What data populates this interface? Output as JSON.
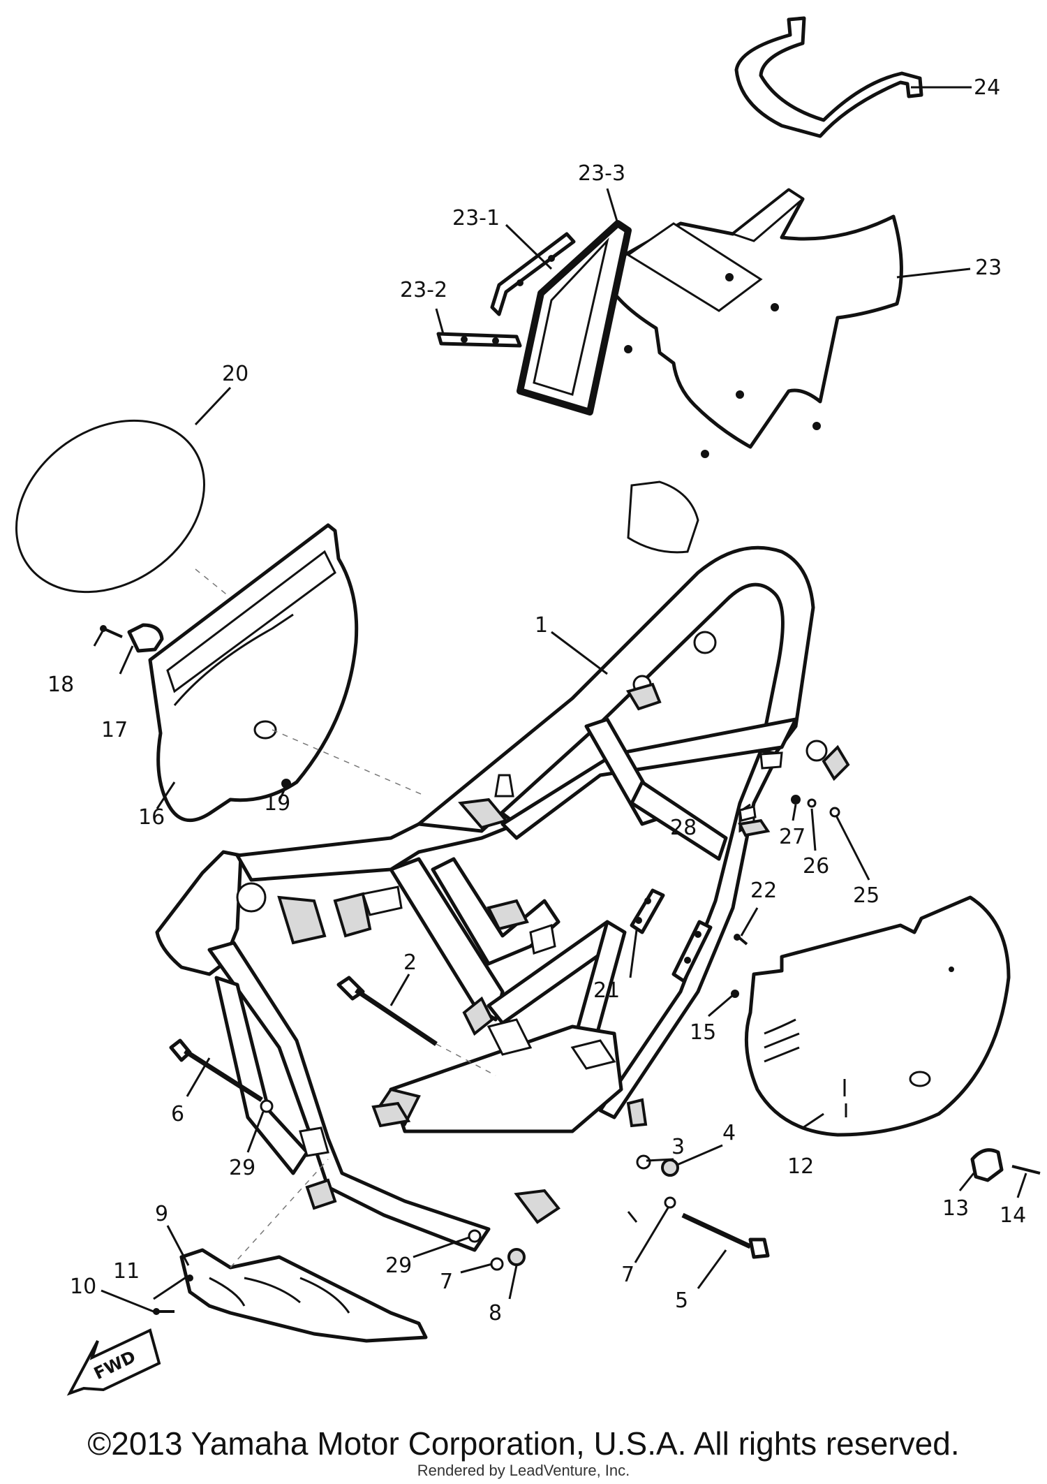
{
  "callouts": [
    {
      "id": "1",
      "text": "1"
    },
    {
      "id": "2",
      "text": "2"
    },
    {
      "id": "3",
      "text": "3"
    },
    {
      "id": "4",
      "text": "4"
    },
    {
      "id": "5",
      "text": "5"
    },
    {
      "id": "6",
      "text": "6"
    },
    {
      "id": "7a",
      "text": "7"
    },
    {
      "id": "7b",
      "text": "7"
    },
    {
      "id": "8",
      "text": "8"
    },
    {
      "id": "9",
      "text": "9"
    },
    {
      "id": "10",
      "text": "10"
    },
    {
      "id": "11",
      "text": "11"
    },
    {
      "id": "12",
      "text": "12"
    },
    {
      "id": "13",
      "text": "13"
    },
    {
      "id": "14",
      "text": "14"
    },
    {
      "id": "15",
      "text": "15"
    },
    {
      "id": "16",
      "text": "16"
    },
    {
      "id": "17",
      "text": "17"
    },
    {
      "id": "18",
      "text": "18"
    },
    {
      "id": "19",
      "text": "19"
    },
    {
      "id": "20",
      "text": "20"
    },
    {
      "id": "21",
      "text": "21"
    },
    {
      "id": "22",
      "text": "22"
    },
    {
      "id": "23",
      "text": "23"
    },
    {
      "id": "23-1",
      "text": "23-1"
    },
    {
      "id": "23-2",
      "text": "23-2"
    },
    {
      "id": "23-3",
      "text": "23-3"
    },
    {
      "id": "24",
      "text": "24"
    },
    {
      "id": "25",
      "text": "25"
    },
    {
      "id": "26",
      "text": "26"
    },
    {
      "id": "27",
      "text": "27"
    },
    {
      "id": "28",
      "text": "28"
    },
    {
      "id": "29a",
      "text": "29"
    },
    {
      "id": "29b",
      "text": "29"
    }
  ],
  "fwd_label": "FWD",
  "copyright": "©2013 Yamaha Motor Corporation, U.S.A. All rights reserved.",
  "rendered_by": "Rendered by LeadVenture, Inc."
}
